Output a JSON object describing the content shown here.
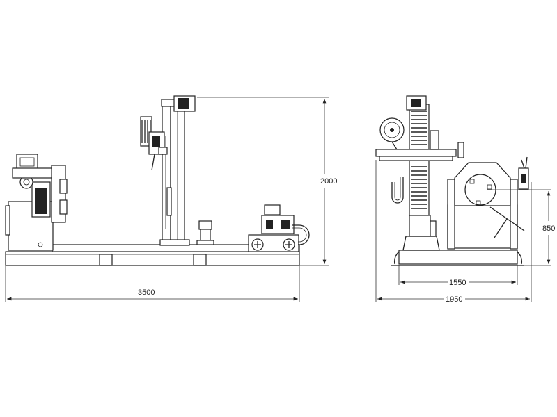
{
  "drawing": {
    "side_view": {
      "dimensions": {
        "length": "3500",
        "height": "2000"
      }
    },
    "end_view": {
      "dimensions": {
        "base_width": "1550",
        "overall_width": "1950",
        "center_height": "850"
      }
    }
  }
}
